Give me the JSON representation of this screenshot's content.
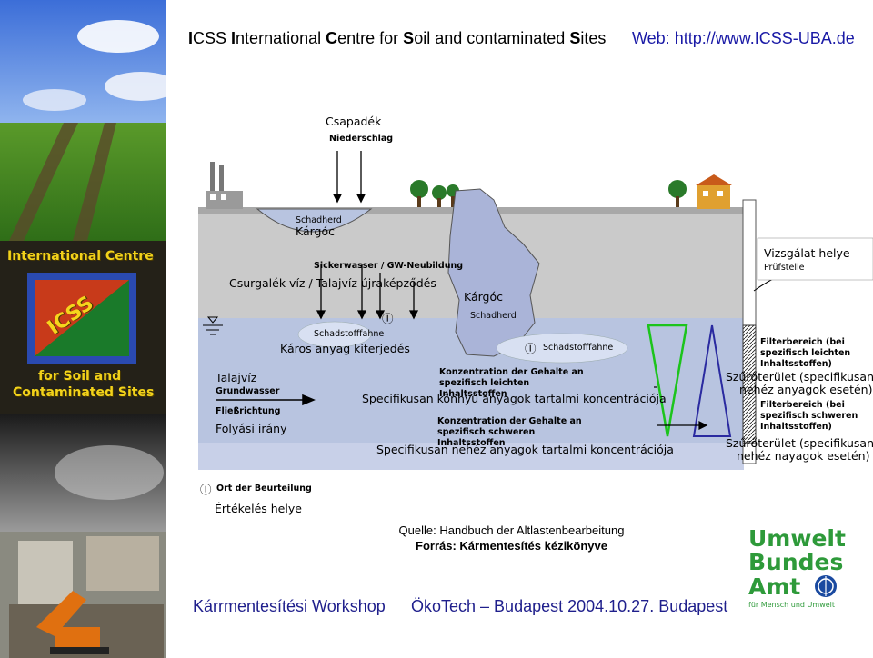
{
  "header": {
    "title_parts": [
      {
        "initial": "I",
        "rest": "CSS "
      },
      {
        "initial": "I",
        "rest": "nternational "
      },
      {
        "initial": "C",
        "rest": "entre for "
      },
      {
        "initial": "S",
        "rest": "oil and contaminated "
      },
      {
        "initial": "S",
        "rest": "ites"
      }
    ],
    "web": "Web: http://www.ICSS-UBA.de"
  },
  "sidebar": {
    "line1": "International Centre",
    "logo_text": "ICSS",
    "line2": "for Soil and",
    "line3": "Contaminated Sites"
  },
  "diagram": {
    "csapadek": "Csapadék",
    "niederschlag": "Niederschlag",
    "schadherd_top": "Schadherd",
    "kargoc_top": "Kárgóc",
    "sickerwasser": "Sickerwasser / GW-Neubildung",
    "csurgalek": "Csurgalék víz / Talajvíz újraképződés",
    "kargoc_mid": "Kárgóc",
    "schadherd_mid": "Schadherd",
    "vizsgalat": "Vizsgálat helye",
    "pruefstelle": "Prüfstelle",
    "schadstofffahne_1": "Schadstofffahne",
    "schadstofffahne_2": "Schadstofffahne",
    "karos": "Káros anyag kiterjedés",
    "talajviz": "Talajvíz",
    "grundwasser": "Grundwasser",
    "konz_leicht": "Konzentration der Gehalte an spezifisch leichten Inhaltsstoffen",
    "spec_konnyu": "Specifikusan könnyű anyagok tartalmi koncentrációja",
    "konz_schwer": "Konzentration der Gehalte an spezifisch schweren Inhaltsstoffen",
    "spec_nehez": "Specifikusan nehéz anyagok tartalmi koncentrációja",
    "fliessrichtung": "Fließrichtung",
    "folyasi": "Folyási irány",
    "filter_leicht": "Filterbereich (bei spezifisch leichten Inhaltsstoffen)",
    "szuro_1_a": "Szűrőterület (specifikusan",
    "szuro_1_b": "nehéz anyagok esetén)",
    "filter_schwer": "Filterbereich (bei spezifisch schweren Inhaltsstoffen)",
    "szuro_2_a": "Szűrőterület (specifikusan",
    "szuro_2_b": "nehéz nayagok esetén)",
    "marker_symbol": "Ⓘ",
    "ort": "Ort der Beurteilung",
    "ertekeles": "Értékelés helye"
  },
  "source": {
    "quelle": "Quelle: Handbuch der Altlastenbearbeitung",
    "forras": "Forrás: Kármentesítés kézikönyve"
  },
  "footer": {
    "left": "Kárrmentesítési Workshop",
    "right": "ÖkoTech – Budapest 2004.10.27. Budapest"
  },
  "uba_logo": {
    "line1": "Umwelt",
    "line2": "Bundes",
    "line3": "Amt",
    "tagline": "für Mensch und Umwelt"
  },
  "colors": {
    "ground": "#c9c9c9",
    "water": "#b8c4e0",
    "header_link": "#1a1aa6",
    "footer_text": "#1f1f8c",
    "sidebar_gold": "#f2d21a",
    "triangle_green": "#1cc41c",
    "triangle_blue": "#2a2aa0",
    "uba_green": "#2e9a3a"
  }
}
